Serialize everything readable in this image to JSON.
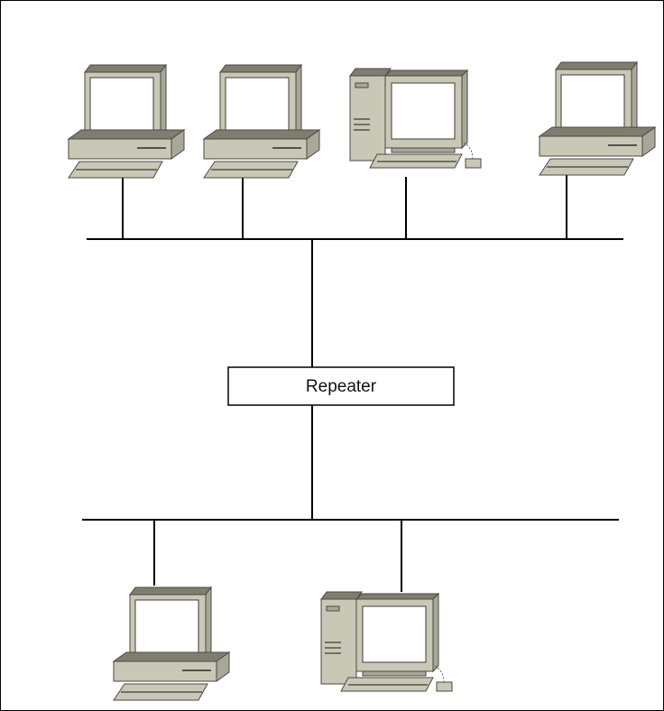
{
  "diagram": {
    "repeater": {
      "label": "Repeater"
    },
    "top_segment": {
      "computers": [
        {
          "type": "desktop",
          "icon": "desktop-computer-icon"
        },
        {
          "type": "desktop",
          "icon": "desktop-computer-icon"
        },
        {
          "type": "tower",
          "icon": "tower-computer-icon"
        },
        {
          "type": "desktop",
          "icon": "desktop-computer-icon"
        }
      ]
    },
    "bottom_segment": {
      "computers": [
        {
          "type": "desktop",
          "icon": "desktop-computer-icon"
        },
        {
          "type": "tower",
          "icon": "tower-computer-icon"
        }
      ]
    },
    "colors": {
      "background": "#ffffff",
      "lines": "#000000",
      "computer_body": "#c9c7b6"
    }
  }
}
